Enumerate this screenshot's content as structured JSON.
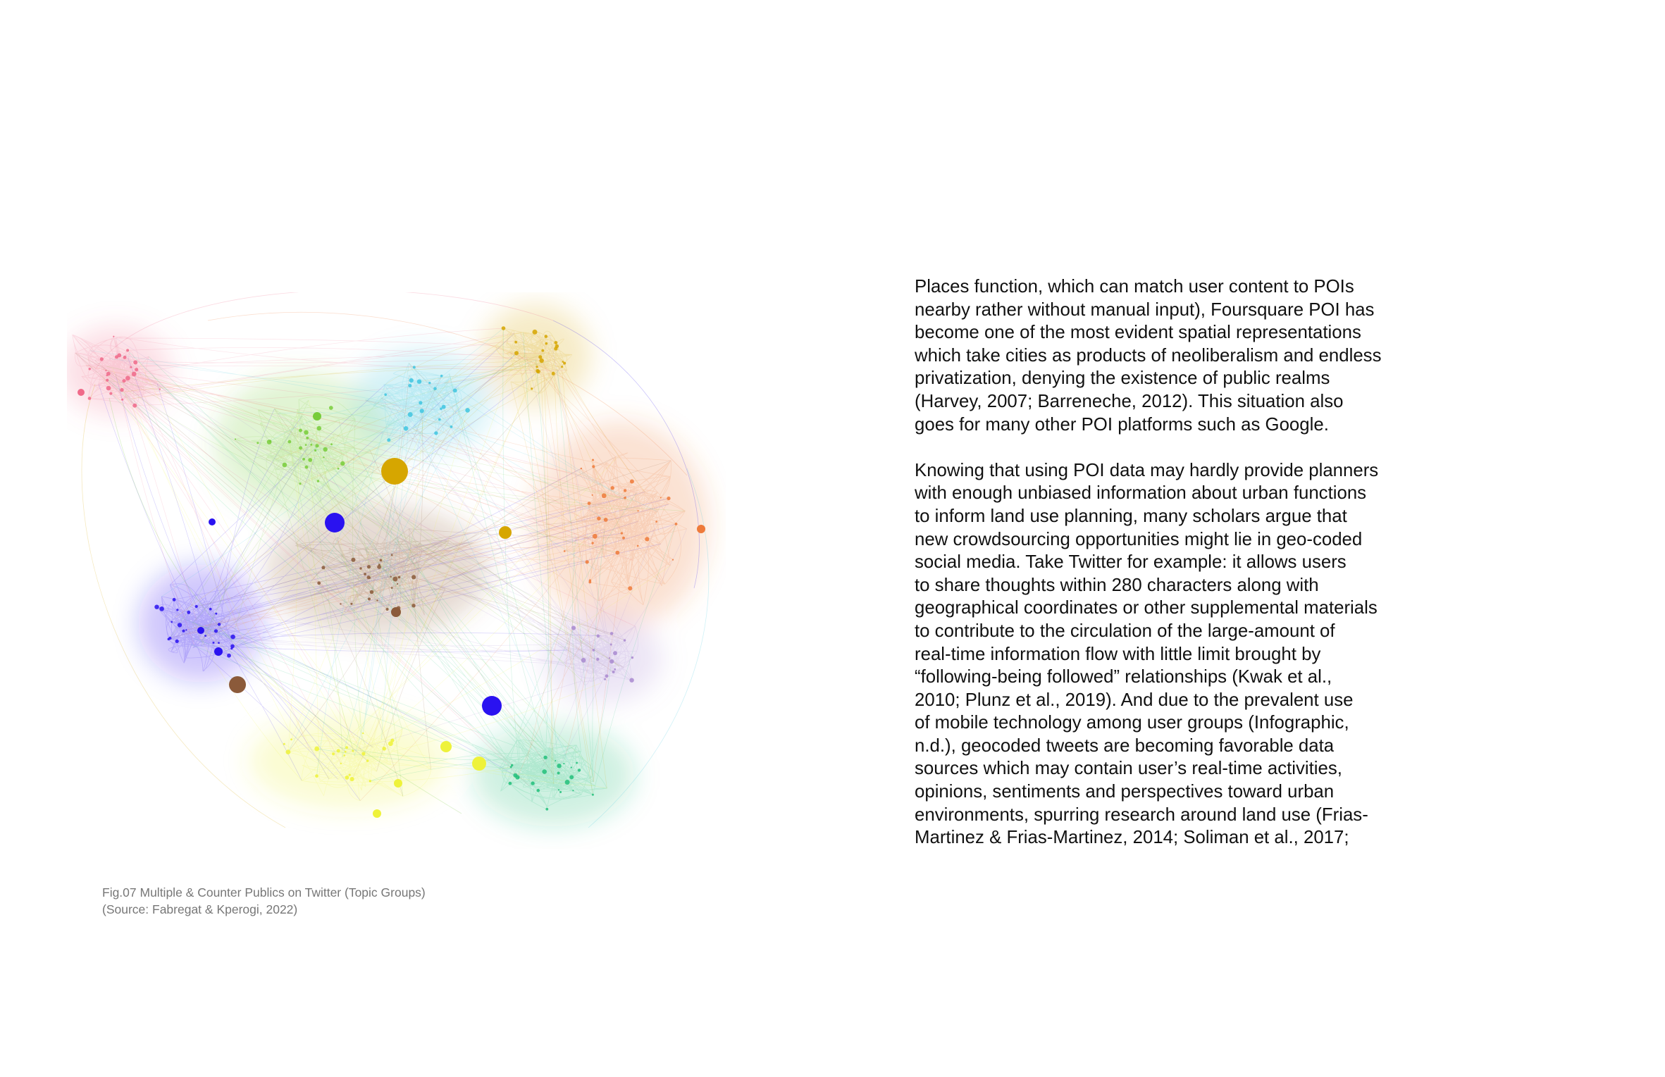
{
  "figure": {
    "icon": "network-graph",
    "colors": {
      "pink": "#f06a8a",
      "gold": "#d6a600",
      "cyan": "#3fc6e0",
      "green": "#78cc3a",
      "blue": "#2a12f0",
      "orange": "#ee7a3a",
      "brown": "#8b5a3a",
      "yellow": "#eef23a",
      "teal": "#22c07a",
      "lavender": "#a98ad0"
    }
  },
  "caption": {
    "line1": "Fig.07 Multiple & Counter Publics on Twitter (Topic Groups)",
    "line2": "(Source: Fabregat & Kperogi, 2022)"
  },
  "text": {
    "paragraph1": [
      "Places function, which can match user content to POIs",
      "nearby rather without manual input), Foursquare POI has",
      "become one of the most evident spatial representations",
      "which take cities as products of neoliberalism and endless",
      "privatization, denying the existence of public realms",
      "(Harvey, 2007; Barreneche, 2012). This situation also",
      "goes for many other POI platforms such as Google."
    ],
    "paragraph2": [
      "Knowing that using POI data may hardly provide planners",
      "with enough unbiased information about urban functions",
      "to inform land use planning, many scholars argue that",
      "new crowdsourcing opportunities might lie in geo-coded",
      "social media. Take Twitter for example: it allows users",
      "to share thoughts within 280 characters along with",
      "geographical coordinates or other supplemental materials",
      "to contribute to the circulation of the large-amount of",
      "real-time information flow with little limit brought by",
      "“following-being followed” relationships (Kwak et al.,",
      "2010; Plunz et al., 2019). And due to the prevalent use",
      "of mobile technology among user groups (Infographic,",
      "n.d.), geocoded tweets are becoming favorable data",
      "sources which may contain user’s real-time activities,",
      "opinions, sentiments and perspectives toward urban",
      "environments, spurring research around land use (Frias-",
      "Martinez & Frias-Martinez, 2014; Soliman et al., 2017;"
    ]
  }
}
